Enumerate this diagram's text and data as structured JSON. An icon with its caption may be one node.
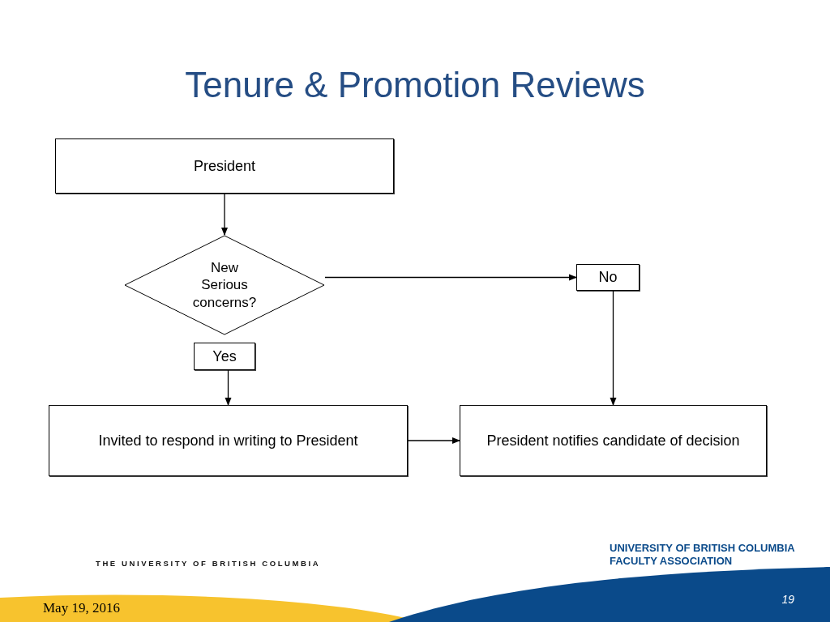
{
  "diagram": {
    "title": "Tenure & Promotion Reviews",
    "nodes": [
      {
        "text": [
          "President"
        ]
      },
      {
        "text": [
          "New Serious concerns?"
        ]
      },
      {
        "text": [
          "No"
        ]
      },
      {
        "text": [
          "Yes"
        ]
      },
      {
        "text": [
          "Invited to respond in writing to President"
        ]
      },
      {
        "text": [
          "President notifies candidate of decision"
        ]
      }
    ],
    "edges": [
      {
        "from": 0,
        "to": 1,
        "arrow": "to"
      },
      {
        "from": 1,
        "to": 2,
        "arrow": "to"
      },
      {
        "from": 2,
        "to": 5,
        "arrow": "to"
      },
      {
        "from": 3,
        "to": 4,
        "arrow": "to"
      },
      {
        "from": 4,
        "to": 5,
        "arrow": "to"
      }
    ],
    "labels": [
      "THE UNIVERSITY OF BRITISH COLUMBIA",
      "UNIVERSITY OF BRITISH COLUMBIA FACULTY ASSOCIATION",
      "May 19, 2016",
      "19"
    ]
  }
}
